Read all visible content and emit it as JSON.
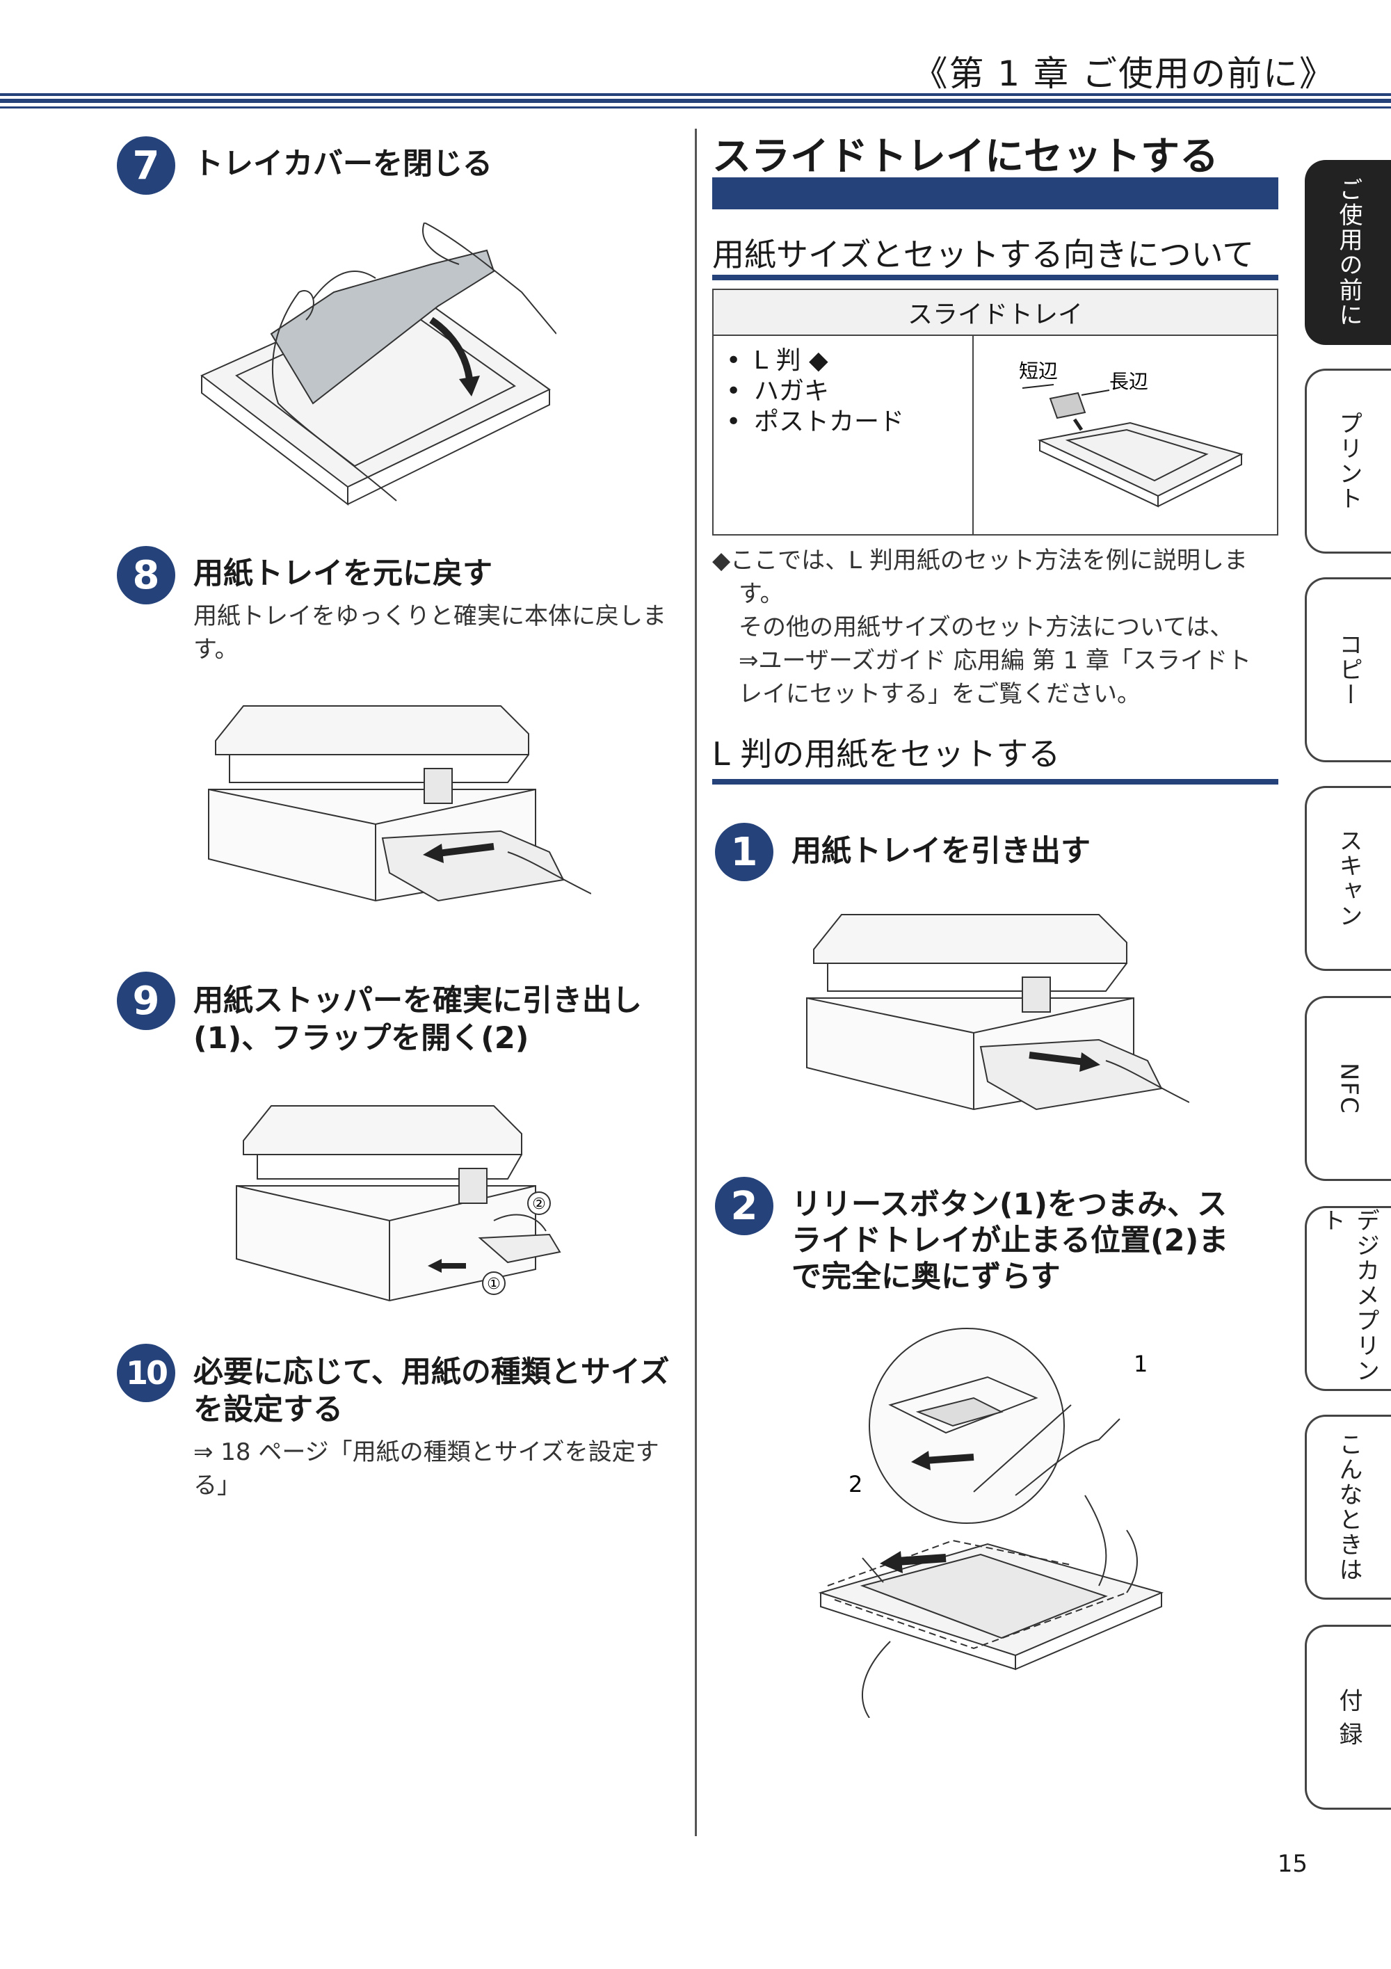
{
  "header": {
    "chapter": "《第 1 章 ご使用の前に》"
  },
  "left": {
    "step7": {
      "num": "7",
      "title": "トレイカバーを閉じる"
    },
    "step8": {
      "num": "8",
      "title": "用紙トレイを元に戻す",
      "body": "用紙トレイをゆっくりと確実に本体に戻します。"
    },
    "step9": {
      "num": "9",
      "title_line1": "用紙ストッパーを確実に引き出し",
      "title_line2": "(1)、フラップを開く(2)",
      "callout1": "①",
      "callout2": "②"
    },
    "step10": {
      "num": "10",
      "title_line1": "必要に応じて、用紙の種類とサイズ",
      "title_line2": "を設定する",
      "body_line1": "⇒ 18 ページ「用紙の種類とサイズを設定す",
      "body_line2": "る」"
    }
  },
  "right": {
    "section_title": "スライドトレイにセットする",
    "sub1": "用紙サイズとセットする向きについて",
    "table": {
      "header": "スライドトレイ",
      "items": [
        "L 判 ◆",
        "ハガキ",
        "ポストカード"
      ],
      "label_short": "短辺",
      "label_long": "長辺"
    },
    "note_line1": "◆ここでは、L 判用紙のセット方法を例に説明しま",
    "note_line2": "す。",
    "note_line3": "その他の用紙サイズのセット方法については、",
    "note_line4": "⇒ユーザーズガイド 応用編 第 1 章「スライドト",
    "note_line5": "レイにセットする」をご覧ください。",
    "sub2": "L 判の用紙をセットする",
    "step1": {
      "num": "1",
      "title": "用紙トレイを引き出す"
    },
    "step2": {
      "num": "2",
      "title_line1": "リリースボタン(1)をつまみ、ス",
      "title_line2": "ライドトレイが止まる位置(2)ま",
      "title_line3": "で完全に奥にずらす",
      "callout1": "1",
      "callout2": "2"
    }
  },
  "tabs": [
    {
      "label": "ご使用の前に",
      "active": true
    },
    {
      "label": "プリント",
      "active": false
    },
    {
      "label": "コピー",
      "active": false
    },
    {
      "label": "スキャン",
      "active": false
    },
    {
      "label": "NFC",
      "active": false
    },
    {
      "label": "デジカメプリント",
      "active": false
    },
    {
      "label": "こんなときは",
      "active": false
    },
    {
      "label": "付 録",
      "active": false
    }
  ],
  "page_number": "15",
  "colors": {
    "accent": "#25437a",
    "active_tab": "#222222"
  }
}
